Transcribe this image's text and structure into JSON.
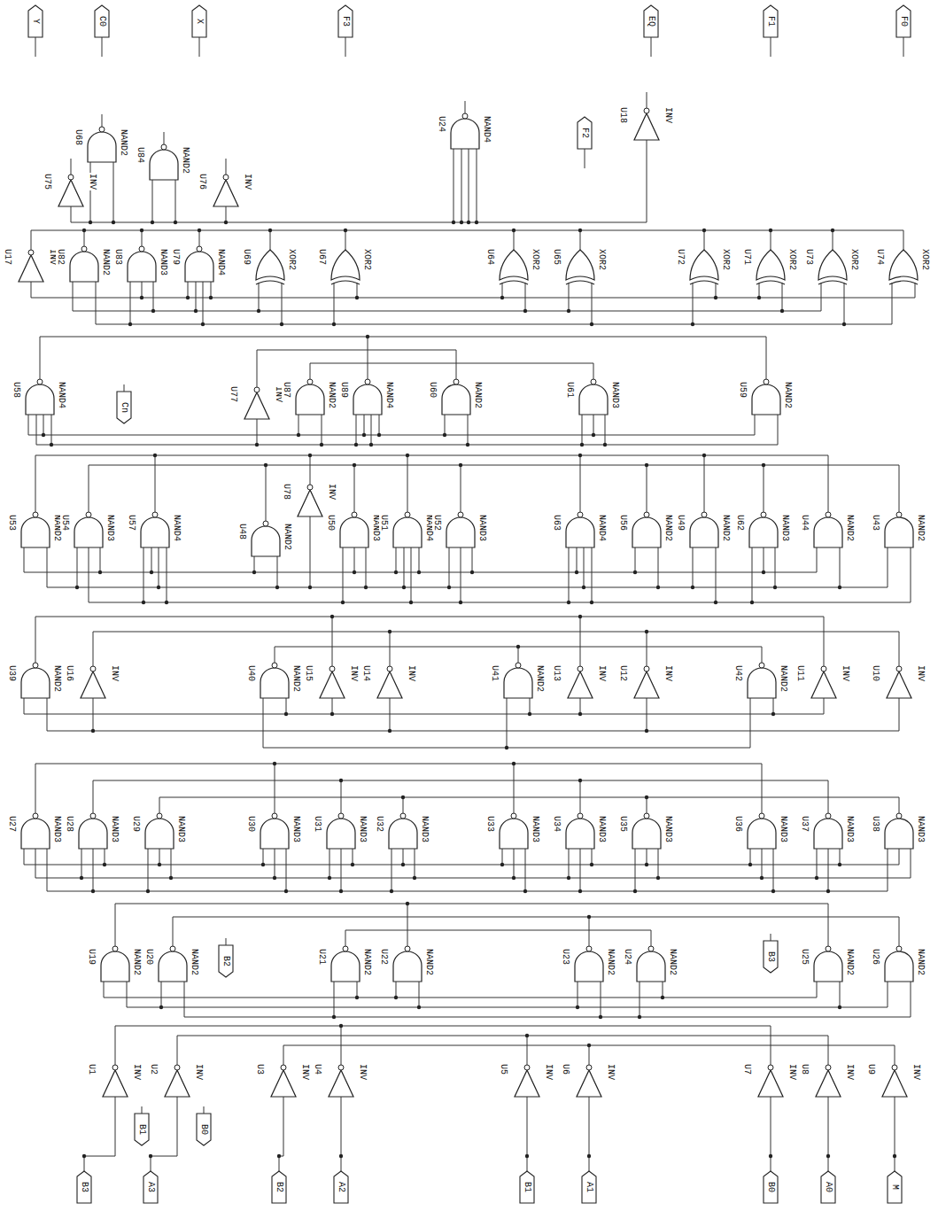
{
  "diagram": {
    "labels": [
      "U68",
      "NAND2",
      "U84",
      "NAND2",
      "U75",
      "INV",
      "U76",
      "INV",
      "U24",
      "NAND4",
      "U18",
      "INV",
      "U17",
      "INV",
      "U82",
      "NAND2",
      "U83",
      "NAND3",
      "U79",
      "NAND4",
      "U69",
      "XOR2",
      "U67",
      "XOR2",
      "U64",
      "XOR2",
      "U65",
      "XOR2",
      "U72",
      "XOR2",
      "U71",
      "XOR2",
      "U73",
      "XOR2",
      "U74",
      "XOR2",
      "U58",
      "NAND4",
      "U77",
      "INV",
      "U87",
      "NAND2",
      "U89",
      "NAND4",
      "U60",
      "NAND2",
      "U61",
      "NAND3",
      "U59",
      "NAND2",
      "U53",
      "NAND2",
      "U54",
      "NAND3",
      "U57",
      "NAND4",
      "U48",
      "NAND2",
      "U78",
      "INV",
      "U50",
      "NAND3",
      "U51",
      "NAND4",
      "U52",
      "NAND3",
      "U63",
      "NAND4",
      "U56",
      "NAND2",
      "U49",
      "NAND2",
      "U62",
      "NAND3",
      "U44",
      "NAND2",
      "U43",
      "NAND2",
      "U39",
      "NAND2",
      "U16",
      "INV",
      "U40",
      "NAND2",
      "U15",
      "INV",
      "U14",
      "INV",
      "U41",
      "NAND2",
      "U13",
      "INV",
      "U12",
      "INV",
      "U42",
      "NAND2",
      "U11",
      "INV",
      "U10",
      "INV",
      "U27",
      "NAND3",
      "U28",
      "NAND3",
      "U29",
      "NAND3",
      "U30",
      "NAND3",
      "U31",
      "NAND3",
      "U32",
      "NAND3",
      "U33",
      "NAND3",
      "U34",
      "NAND3",
      "U35",
      "NAND3",
      "U36",
      "NAND3",
      "U37",
      "NAND3",
      "U38",
      "NAND3",
      "U19",
      "NAND2",
      "U20",
      "NAND2",
      "U21",
      "NAND2",
      "U22",
      "NAND2",
      "U23",
      "NAND2",
      "U24",
      "NAND2",
      "U25",
      "NAND2",
      "U26",
      "NAND2",
      "U1",
      "INV",
      "U2",
      "INV",
      "U3",
      "INV",
      "U4",
      "INV",
      "U5",
      "INV",
      "U6",
      "INV",
      "U7",
      "INV",
      "U8",
      "INV",
      "U9",
      "INV",
      "Y",
      "C0",
      "X",
      "F3",
      "F2",
      "EQ",
      "F1",
      "F0",
      "Cn",
      "B2",
      "B3",
      "B1",
      "B0",
      "B3",
      "A3",
      "B2",
      "A2",
      "B1",
      "A1",
      "B0",
      "A0",
      "M"
    ]
  }
}
